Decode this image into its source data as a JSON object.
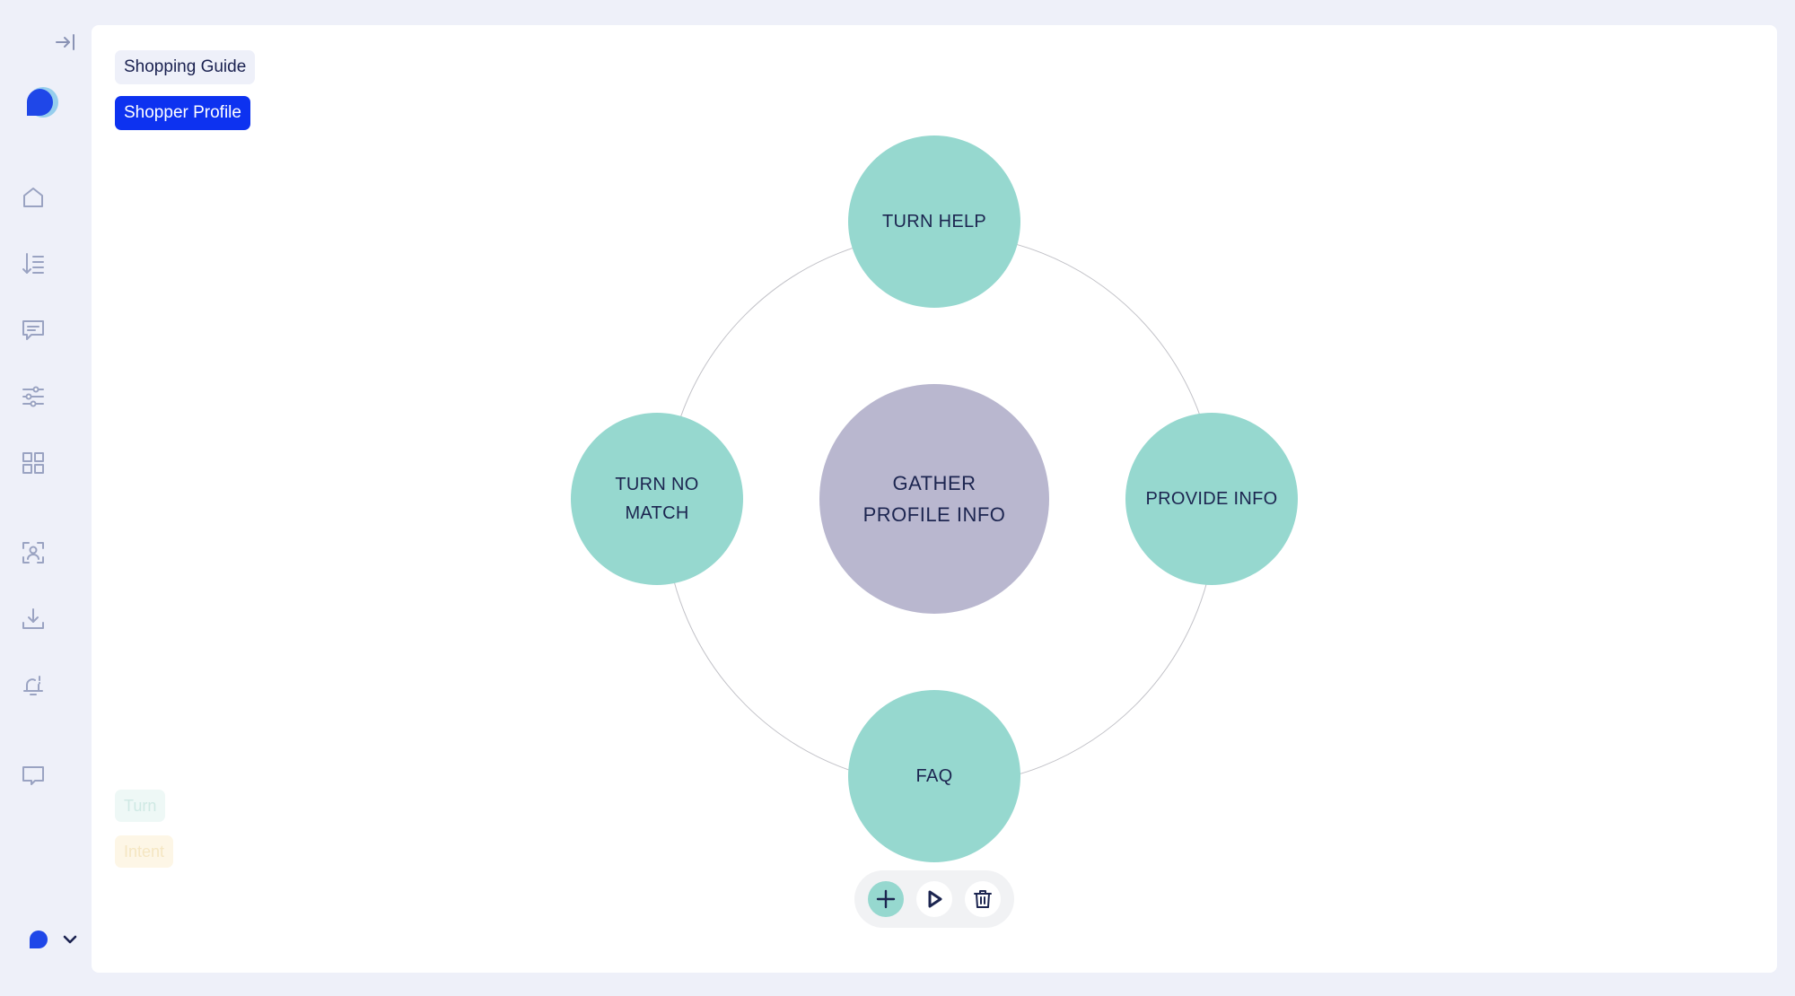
{
  "tabs": {
    "shopping_guide": "Shopping Guide",
    "shopper_profile": "Shopper Profile"
  },
  "legend": {
    "turn": "Turn",
    "intent": "Intent"
  },
  "diagram": {
    "center": "GATHER PROFILE INFO",
    "nodes": {
      "top": "TURN HELP",
      "left": "TURN NO MATCH",
      "right": "PROVIDE INFO",
      "bottom": "FAQ"
    }
  },
  "colors": {
    "accent": "#0d32f0",
    "turn_node": "#96d8cf",
    "center_node": "#b9b7cf",
    "background": "#eef0f9"
  },
  "sidebar": {
    "icons": [
      "collapse-icon",
      "logo",
      "home-icon",
      "list-order-icon",
      "chat-icon",
      "sliders-icon",
      "grid-icon",
      "scan-user-icon",
      "download-icon",
      "bell-icon",
      "feedback-icon",
      "account-avatar",
      "chevron-down-icon"
    ]
  }
}
